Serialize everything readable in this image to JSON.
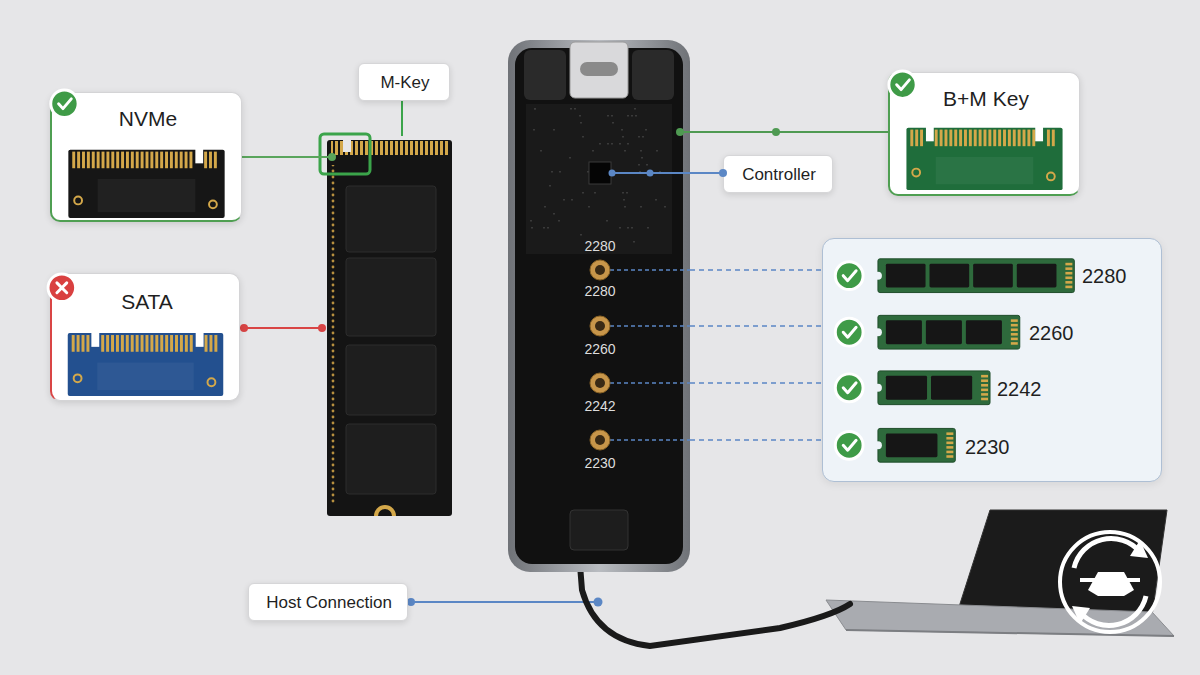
{
  "diagram": {
    "nodes": [
      {
        "text": [
          "NVMe"
        ]
      },
      {
        "text": [
          "M-Key"
        ]
      },
      {
        "text": [
          "2280",
          "2280",
          "2260",
          "2242",
          "2230"
        ]
      },
      {
        "text": [
          "B+M Key"
        ]
      },
      {
        "text": [
          "Controller"
        ]
      },
      {
        "text": [
          "SATA"
        ]
      },
      {
        "text": [
          "2280",
          "2260",
          "2242",
          "2230"
        ]
      },
      {
        "text": [
          "Host Connection"
        ]
      }
    ],
    "edges": [
      {
        "from": 2,
        "to": 3,
        "arrow": "none"
      },
      {
        "from": 4,
        "to": 2,
        "arrow": "none"
      },
      {
        "from": 2,
        "to": 6,
        "arrow": "none"
      },
      {
        "from": 2,
        "to": 6,
        "arrow": "none"
      },
      {
        "from": 2,
        "to": 6,
        "arrow": "none"
      },
      {
        "from": 2,
        "to": 6,
        "arrow": "none"
      }
    ]
  }
}
